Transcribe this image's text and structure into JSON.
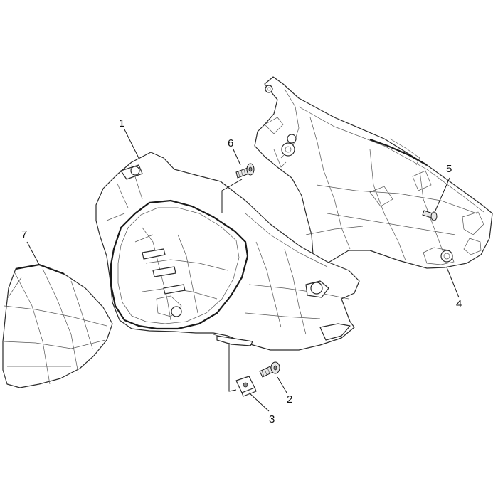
{
  "callouts": [
    {
      "id": "1",
      "label": "1"
    },
    {
      "id": "2",
      "label": "2"
    },
    {
      "id": "3",
      "label": "3"
    },
    {
      "id": "4",
      "label": "4"
    },
    {
      "id": "5",
      "label": "5"
    },
    {
      "id": "6",
      "label": "6"
    },
    {
      "id": "7",
      "label": "7"
    }
  ],
  "colors": {
    "line": "#2b2b2b",
    "background": "#ffffff"
  }
}
